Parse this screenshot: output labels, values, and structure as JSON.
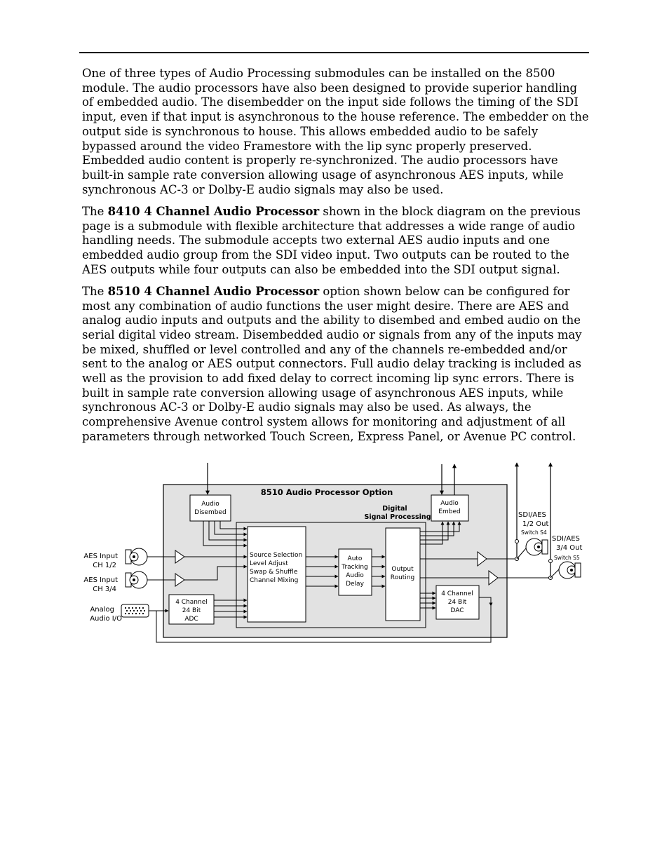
{
  "page": {
    "paragraphs": [
      {
        "before": "One of three types of Audio Processing submodules can be installed on the 8500 module. The audio processors have also been designed to provide superior handling of embedded audio. The disembedder on the input side follows the timing of the SDI input, even if that input is asynchronous to the house reference. The embedder on the output side is synchronous to house. This allows embedded audio to be safely bypassed around the video Framestore with the lip sync properly preserved. Embedded audio content is properly re-synchronized. The audio processors have built-in sample rate conversion allowing usage of asynchronous AES inputs, while synchronous AC-3 or Dolby-E audio signals may also be used.",
        "bold": "",
        "after": ""
      },
      {
        "before": "The ",
        "bold": "8410 4 Channel Audio Processor",
        "after": " shown in the block diagram on the previous page is a submodule with flexible architecture that addresses a wide range of audio handling needs. The submodule accepts two external AES audio inputs and one embedded audio group from the SDI video input. Two outputs can be routed to the AES outputs while four outputs can also be embedded into the SDI output signal."
      },
      {
        "before": "The ",
        "bold": "8510 4 Channel Audio Processor",
        "after": " option shown below can be configured for most any combination of audio functions the user might desire. There are AES and analog audio inputs and outputs and the ability to disembed and embed audio on the serial digital video stream. Disembedded audio or signals from any of the inputs may be mixed, shuffled or level controlled and any of the channels re-embedded and/or sent to the analog or AES output connectors. Full audio delay tracking is included as well as the provision to add fixed delay to correct incoming lip sync errors. There is built in sample rate conversion allowing usage of asynchronous AES inputs, while synchronous AC-3 or Dolby-E audio signals may also be used. As always, the comprehensive Avenue control system allows for monitoring and adjustment of all parameters through networked Touch Screen, Express Panel, or Avenue PC control."
      }
    ]
  },
  "diagram": {
    "title": "8510 Audio Processor Option",
    "dsp_label": [
      "Digital",
      "Signal Processing"
    ],
    "disembed": [
      "Audio",
      "Disembed"
    ],
    "embed": [
      "Audio",
      "Embed"
    ],
    "source_selection": [
      "Source Selection",
      "Level Adjust",
      "Swap & Shuffle",
      "Channel Mixing"
    ],
    "auto_tracking": [
      "Auto",
      "Tracking",
      "Audio",
      "Delay"
    ],
    "output_routing": [
      "Output",
      "Routing"
    ],
    "adc": [
      "4 Channel",
      "24 Bit",
      "ADC"
    ],
    "dac": [
      "4 Channel",
      "24 Bit",
      "DAC"
    ],
    "aes_in_12": [
      "AES Input",
      "CH 1/2"
    ],
    "aes_in_34": [
      "AES Input",
      "CH 3/4"
    ],
    "analog_io": [
      "Analog",
      "Audio I/O"
    ],
    "sdi_aes_12": [
      "SDI/AES",
      "1/2 Out"
    ],
    "switch_s4": "Switch S4",
    "sdi_aes_34": [
      "SDI/AES",
      "3/4 Out"
    ],
    "switch_s5": "Switch S5",
    "colors": {
      "module_fill": "#e2e2e2",
      "line": "#000000",
      "box_fill": "#ffffff"
    }
  }
}
